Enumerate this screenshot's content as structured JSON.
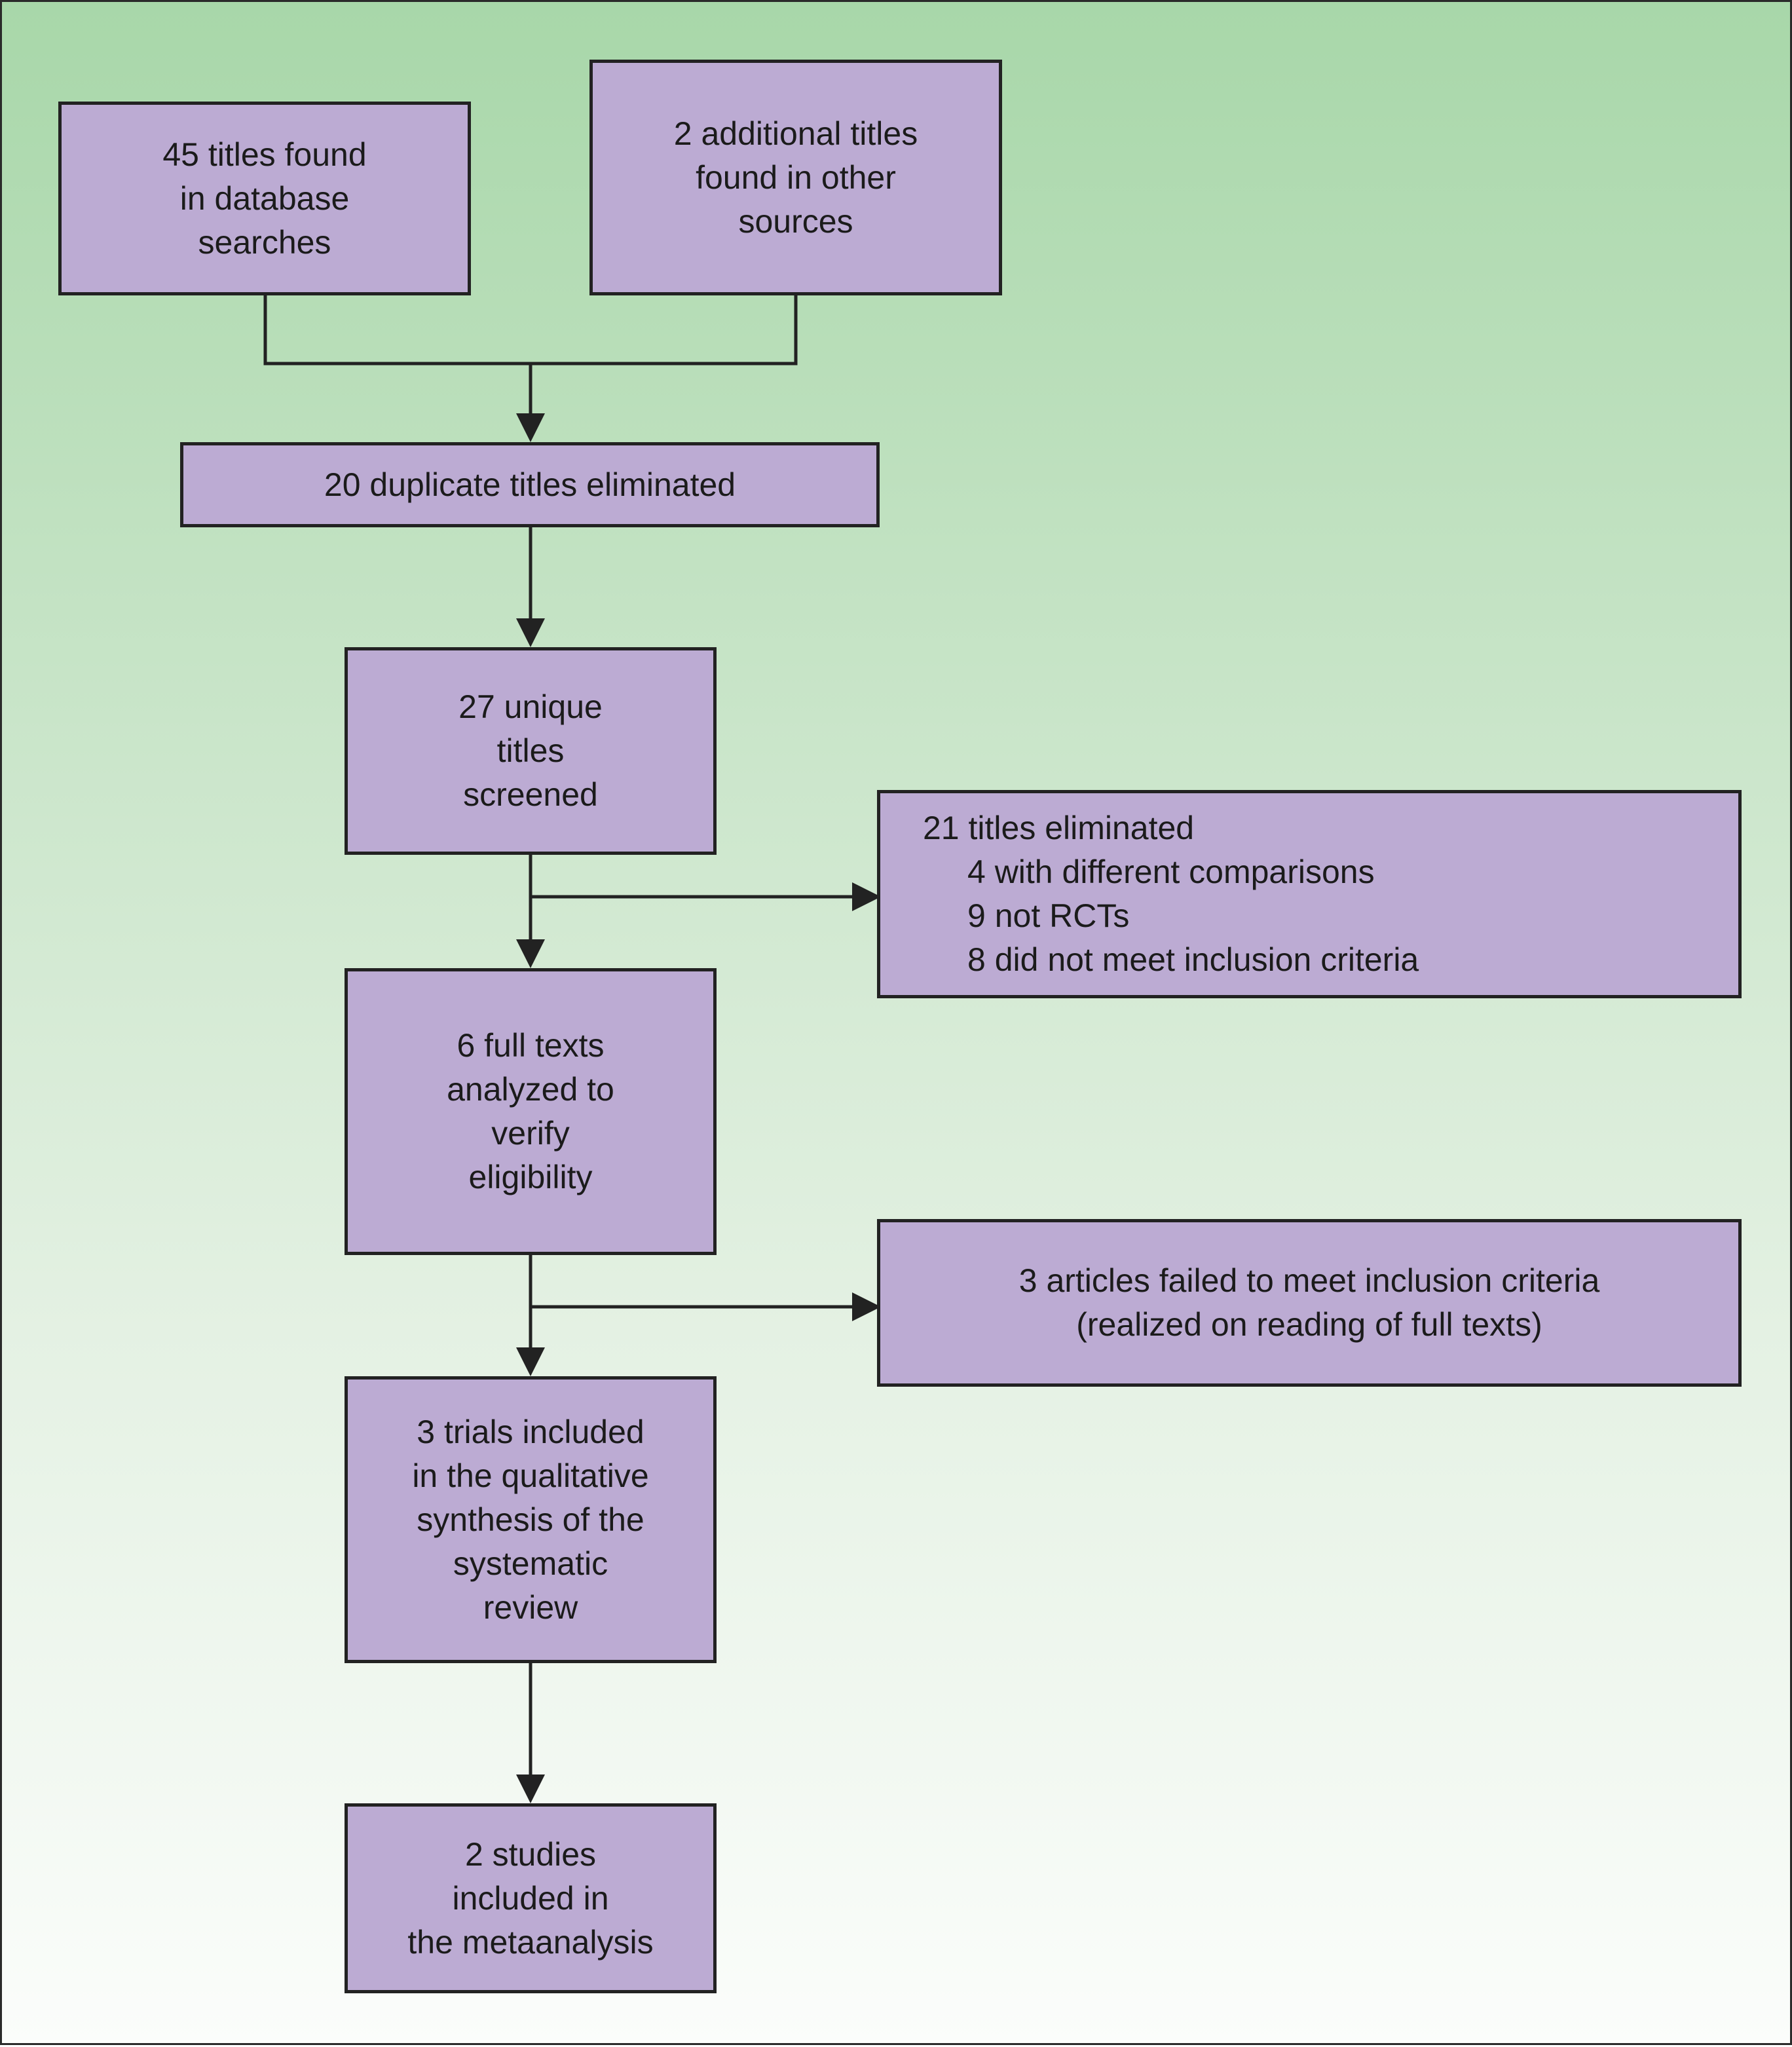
{
  "boxes": {
    "database_search": [
      "45 titles found",
      "in database",
      "searches"
    ],
    "other_sources": [
      "2 additional titles",
      "found in other",
      "sources"
    ],
    "duplicates": [
      "20 duplicate titles eliminated"
    ],
    "screened": [
      "27 unique",
      "titles",
      "screened"
    ],
    "eliminated": {
      "heading": "21 titles eliminated",
      "items": [
        "4 with different comparisons",
        "9 not RCTs",
        "8 did not meet inclusion criteria"
      ]
    },
    "full_texts": [
      "6 full texts",
      "analyzed to",
      "verify",
      "eligibility"
    ],
    "failed": [
      "3 articles failed to meet inclusion criteria",
      "(realized on reading of full texts)"
    ],
    "qualitative": [
      "3 trials included",
      "in the qualitative",
      "synthesis of the",
      "systematic",
      "review"
    ],
    "metaanalysis": [
      "2 studies",
      "included in",
      "the metaanalysis"
    ]
  },
  "colors": {
    "box_fill": "#bcabd3",
    "stroke": "#222222",
    "background_top": "#a8d7a9",
    "background_bottom": "#fbfdfb"
  }
}
